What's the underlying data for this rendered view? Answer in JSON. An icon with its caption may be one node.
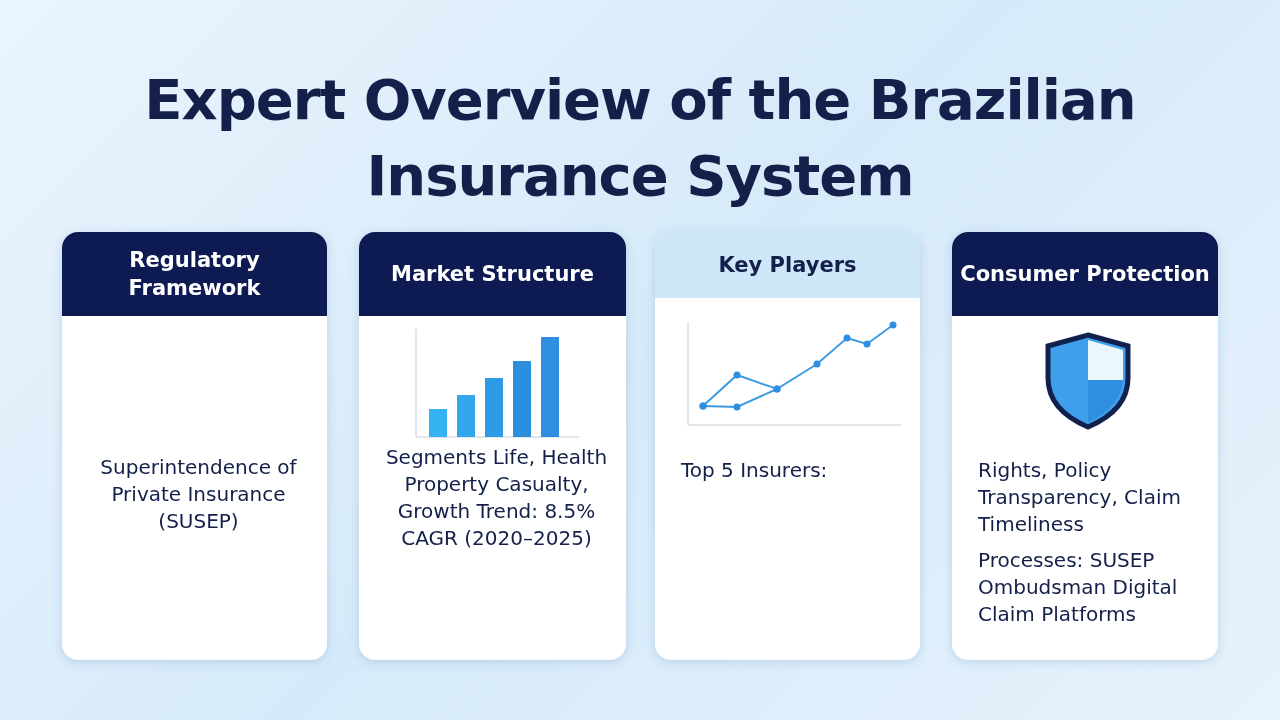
{
  "diagram": {
    "title": "Expert Overview of the Brazilian Insurance System",
    "nodes": [
      {
        "text": [
          "Regulatory Framework",
          "Superintendence of Private Insurance (SUSEP)"
        ]
      },
      {
        "text": [
          "Market Structure",
          "Segments Life, Health Property Casualty, Growth Trend: 8.5% CAGR (2020–2025)"
        ]
      },
      {
        "text": [
          "Key Players",
          "Top 5 Insurers:"
        ]
      },
      {
        "text": [
          "Consumer Protection",
          "Rights, Policy Transparency, Claim Timeliness",
          "Processes: SUSEP Ombudsman Digital Claim Platforms"
        ]
      }
    ],
    "edges": []
  }
}
